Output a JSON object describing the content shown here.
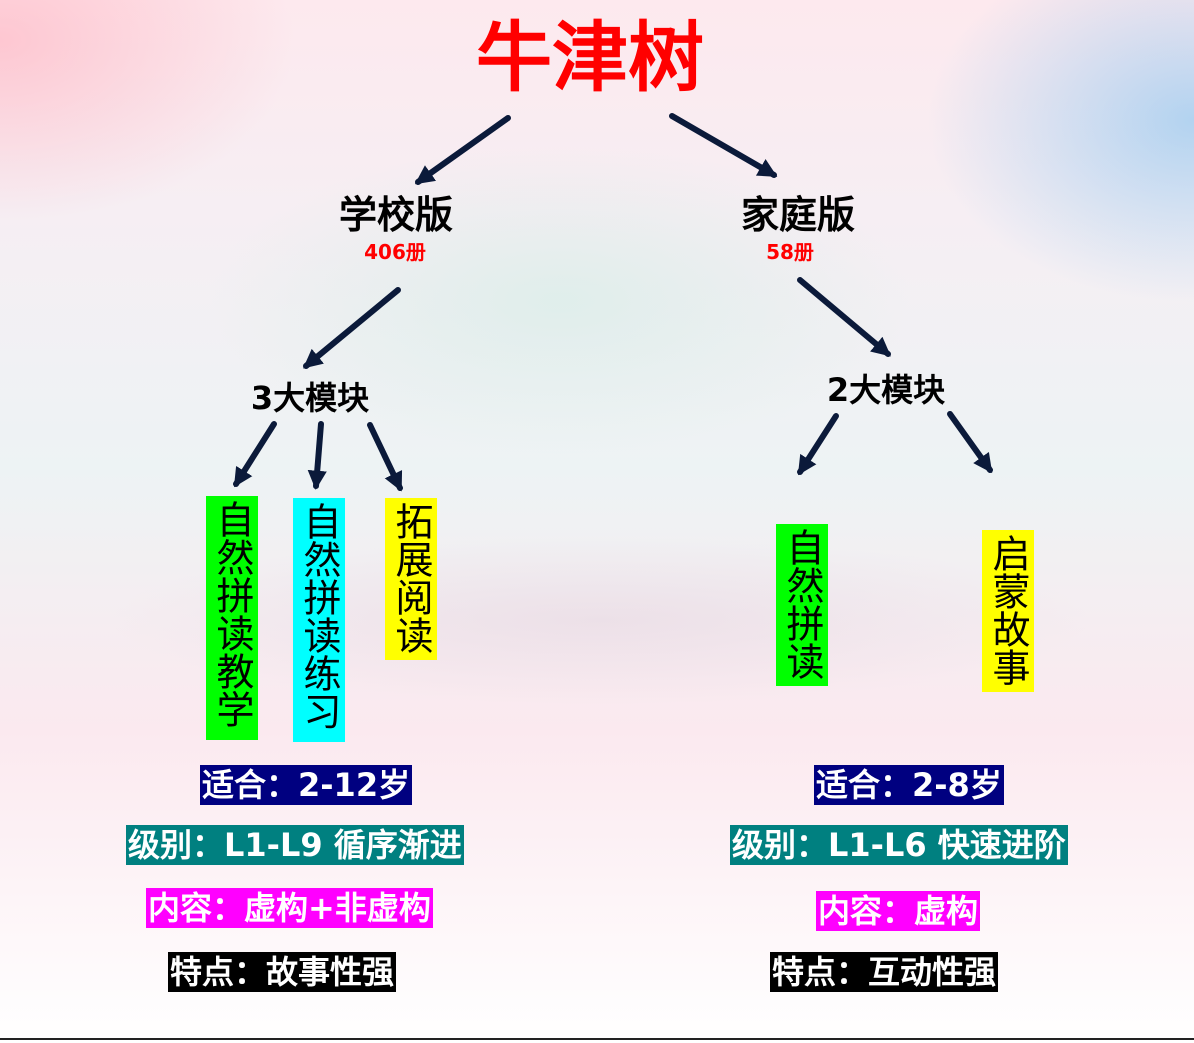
{
  "title": "牛津树",
  "branches": {
    "school": {
      "name": "学校版",
      "count": "406册",
      "modules_title": "3大模块",
      "modules": [
        "自然拼读教学",
        "自然拼读练习",
        "拓展阅读"
      ],
      "module_colors": [
        "#00ff00",
        "#00ffff",
        "#ffff00"
      ],
      "age": "适合：2-12岁",
      "level": "级别：L1-L9 循序渐进",
      "content": "内容：虚构+非虚构",
      "feature": "特点：故事性强"
    },
    "home": {
      "name": "家庭版",
      "count": "58册",
      "modules_title": "2大模块",
      "modules": [
        "自然拼读",
        "启蒙故事"
      ],
      "module_colors": [
        "#00ff00",
        "#ffff00"
      ],
      "age": "适合：2-8岁",
      "level": "级别：L1-L6 快速进阶",
      "content": "内容：虚构",
      "feature": "特点：互动性强"
    }
  },
  "colors": {
    "title": "#ff0000",
    "age_bg": "#000080",
    "level_bg": "#008080",
    "content_bg": "#ff00ff",
    "feature_bg": "#000000",
    "arrow": "#1a2a4a"
  }
}
